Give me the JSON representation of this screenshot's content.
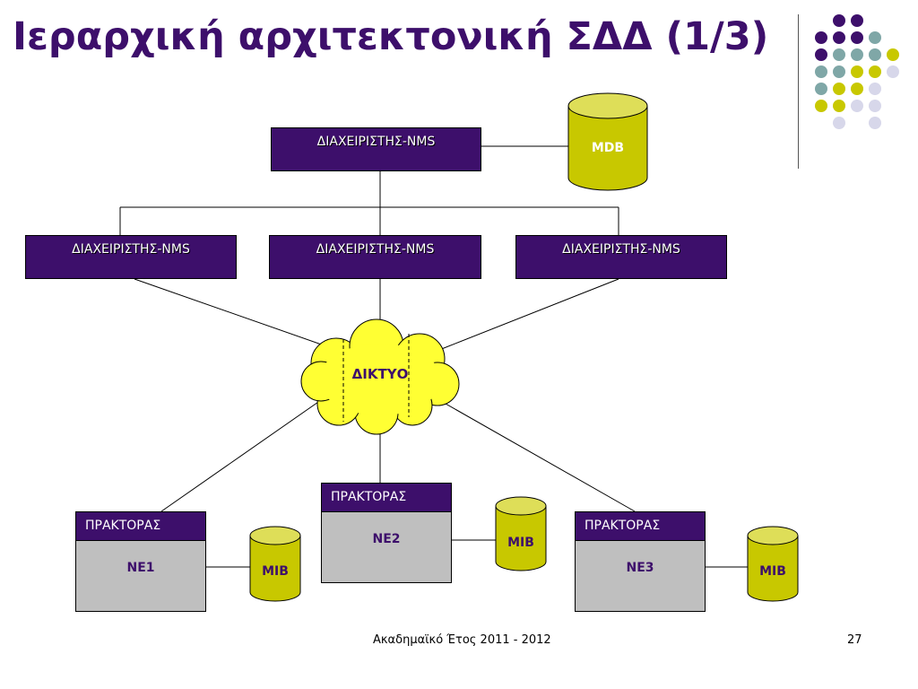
{
  "slide": {
    "title": "Ιεραρχική αρχιτεκτονική ΣΔΔ (1/3)",
    "footer_center": "Ακαδημαϊκό Έτος 2011 - 2012",
    "page_number": "27"
  },
  "diagram": {
    "top_manager": "ΔΙΑΧΕΙΡΙΣΤΗΣ-NMS",
    "mid_managers": [
      "ΔΙΑΧΕΙΡΙΣΤΗΣ-NMS",
      "ΔΙΑΧΕΙΡΙΣΤΗΣ-NMS",
      "ΔΙΑΧΕΙΡΙΣΤΗΣ-NMS"
    ],
    "network": "ΔΙΚΤΥΟ",
    "mdb": "MDB",
    "agents": [
      {
        "header": "ΠΡΑΚΤΟΡΑΣ",
        "element": "NE1",
        "db": "MIB"
      },
      {
        "header": "ΠΡΑΚΤΟΡΑΣ",
        "element": "NE2",
        "db": "MIB"
      },
      {
        "header": "ΠΡΑΚΤΟΡΑΣ",
        "element": "NE3",
        "db": "MIB"
      }
    ]
  },
  "colors": {
    "purple": "#3d0f6b",
    "olive": "#c8c800",
    "teal": "#7fa7a7",
    "lavender": "#d7d7ea",
    "cloud": "#ffff33",
    "agent_body": "#bfbfbf"
  }
}
